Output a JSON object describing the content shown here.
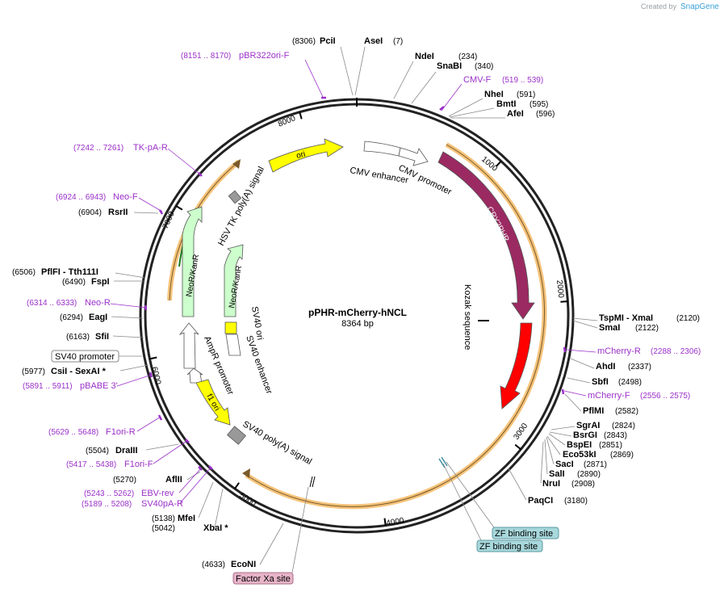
{
  "watermark": {
    "prefix": "Created by",
    "brand": "SnapGene"
  },
  "plasmid": {
    "name": "pPHR-mCherry-hNCL",
    "size_label": "8364 bp",
    "length": 8364
  },
  "ticks": [
    "1000",
    "2000",
    "3000",
    "4000",
    "5000",
    "6000",
    "7000",
    "8000"
  ],
  "enzymes": [
    {
      "id": "asei",
      "name": "AseI",
      "pos": "(7)"
    },
    {
      "id": "pcii",
      "name": "PciI",
      "pos": "(8306)"
    },
    {
      "id": "ndei",
      "name": "NdeI",
      "pos": "(234)"
    },
    {
      "id": "snabi",
      "name": "SnaBI",
      "pos": "(340)"
    },
    {
      "id": "nhei",
      "name": "NheI",
      "pos": "(591)"
    },
    {
      "id": "bmti",
      "name": "BmtI",
      "pos": "(595)"
    },
    {
      "id": "afei",
      "name": "AfeI",
      "pos": "(596)"
    },
    {
      "id": "tspmi",
      "name": "TspMI  -  XmaI",
      "pos": "(2120)"
    },
    {
      "id": "smai",
      "name": "SmaI",
      "pos": "(2122)"
    },
    {
      "id": "ahdi",
      "name": "AhdI",
      "pos": "(2337)"
    },
    {
      "id": "sbfi",
      "name": "SbfI",
      "pos": "(2498)"
    },
    {
      "id": "pflmi",
      "name": "PflMI",
      "pos": "(2582)"
    },
    {
      "id": "sgrai",
      "name": "SgrAI",
      "pos": "(2824)"
    },
    {
      "id": "bsrgi",
      "name": "BsrGI",
      "pos": "(2843)"
    },
    {
      "id": "bspei",
      "name": "BspEI",
      "pos": "(2851)"
    },
    {
      "id": "eco53ki",
      "name": "Eco53kI",
      "pos": "(2869)"
    },
    {
      "id": "saci",
      "name": "SacI",
      "pos": "(2871)"
    },
    {
      "id": "sali",
      "name": "SalI",
      "pos": "(2890)"
    },
    {
      "id": "nrui",
      "name": "NruI",
      "pos": "(2908)"
    },
    {
      "id": "paqci",
      "name": "PaqCI",
      "pos": "(3180)"
    },
    {
      "id": "econi",
      "name": "EcoNI",
      "pos": "(4633)"
    },
    {
      "id": "xbai",
      "name": "XbaI  *",
      "pos": "(5042)"
    },
    {
      "id": "mfei",
      "name": "MfeI",
      "pos": "(5138)"
    },
    {
      "id": "aflii",
      "name": "AflII",
      "pos": "(5270)"
    },
    {
      "id": "draiii",
      "name": "DraIII",
      "pos": "(5504)"
    },
    {
      "id": "csii",
      "name": "CsiI  -  SexAI  *",
      "pos": "(5977)"
    },
    {
      "id": "sfii",
      "name": "SfiI",
      "pos": "(6163)"
    },
    {
      "id": "eagi",
      "name": "EagI",
      "pos": "(6294)"
    },
    {
      "id": "fspi",
      "name": "FspI",
      "pos": "(6490)"
    },
    {
      "id": "pflfi",
      "name": "PflFI  -  Tth111I",
      "pos": "(6506)"
    },
    {
      "id": "rsrii",
      "name": "RsrII",
      "pos": "(6904)"
    }
  ],
  "primers": [
    {
      "id": "pbr322ori-f",
      "name": "pBR322ori-F",
      "pos": "(8151 .. 8170)"
    },
    {
      "id": "cmv-f",
      "name": "CMV-F",
      "pos": "(519 .. 539)"
    },
    {
      "id": "mcherry-r",
      "name": "mCherry-R",
      "pos": "(2288 .. 2306)"
    },
    {
      "id": "mcherry-f",
      "name": "mCherry-F",
      "pos": "(2556 .. 2575)"
    },
    {
      "id": "tk-pa-r",
      "name": "TK-pA-R",
      "pos": "(7242 .. 7261)"
    },
    {
      "id": "neo-f",
      "name": "Neo-F",
      "pos": "(6924 .. 6943)"
    },
    {
      "id": "neo-r",
      "name": "Neo-R",
      "pos": "(6314 .. 6333)"
    },
    {
      "id": "pbabe3",
      "name": "pBABE 3'",
      "pos": "(5891 .. 5911)"
    },
    {
      "id": "f1ori-r",
      "name": "F1ori-R",
      "pos": "(5629 .. 5648)"
    },
    {
      "id": "f1ori-f",
      "name": "F1ori-F",
      "pos": "(5417 .. 5438)"
    },
    {
      "id": "ebv-rev",
      "name": "EBV-rev",
      "pos": "(5243 .. 5262)"
    },
    {
      "id": "sv40pa-r",
      "name": "SV40pA-R",
      "pos": "(5189 .. 5208)"
    }
  ],
  "features": {
    "ori": "ori",
    "cmv_enhancer": "CMV enhancer",
    "cmv_promoter": "CMV promoter",
    "cry2phr": "CRY2PHR",
    "kozak": "Kozak sequence",
    "mcherry": "mCherry",
    "hsv_tk": "HSV TK poly(A) signal",
    "neokanr_outer": "NeoR/KanR",
    "neokanr_inner": "NeoR/KanR",
    "sv40_ori": "SV40 ori",
    "sv40_enhancer": "SV40 enhancer",
    "ampr_promoter": "AmpR promoter",
    "f1_ori": "f1 ori",
    "sv40_polya": "SV40 poly(A) signal"
  },
  "boxed": {
    "sv40_promoter": "SV40 promoter",
    "zf1": "ZF binding site",
    "zf2": "ZF binding site",
    "factor_xa": "Factor Xa site"
  },
  "colors": {
    "cry2phr": "#9b2a62",
    "mcherry": "#ff0000",
    "ori": "#ffff00",
    "neokanr": "#ccffcc",
    "orf_outline": "#f5c37a",
    "primer": "#9b30c8",
    "box_teal": "#a8d8dc",
    "box_pink": "#e8b4c8"
  }
}
